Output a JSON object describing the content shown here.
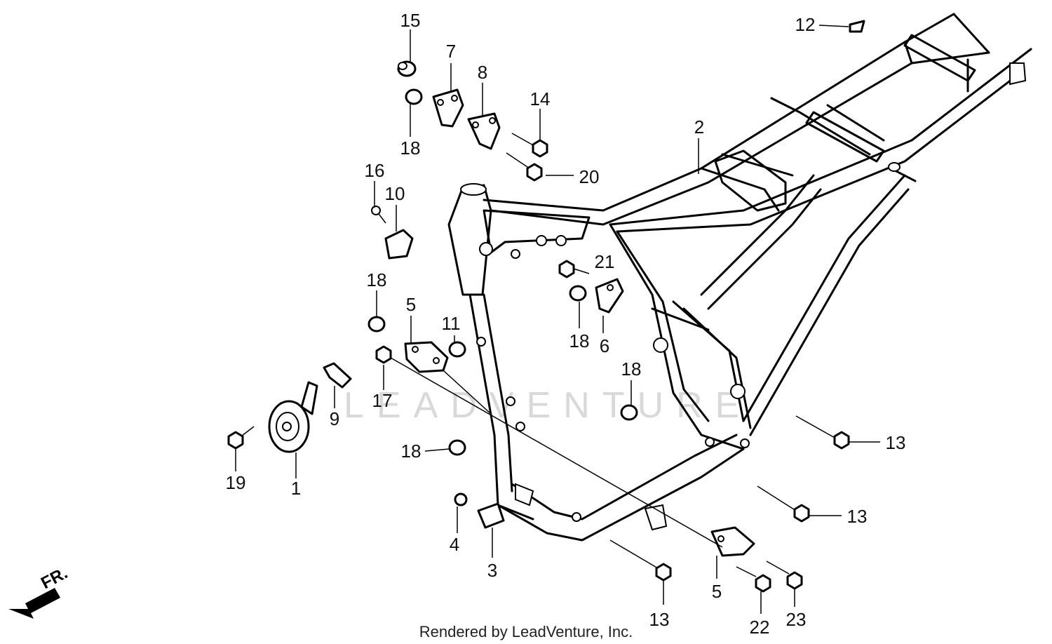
{
  "callouts": {
    "c1": "1",
    "c2": "2",
    "c3": "3",
    "c4": "4",
    "c5a": "5",
    "c5b": "5",
    "c6": "6",
    "c7": "7",
    "c8": "8",
    "c9": "9",
    "c10": "10",
    "c11": "11",
    "c12": "12",
    "c13a": "13",
    "c13b": "13",
    "c13c": "13",
    "c14": "14",
    "c15": "15",
    "c16": "16",
    "c17": "17",
    "c18a": "18",
    "c18b": "18",
    "c18c": "18",
    "c18d": "18",
    "c18e": "18",
    "c19": "19",
    "c20": "20",
    "c21": "21",
    "c22": "22",
    "c23": "23"
  },
  "direction_label": "FR.",
  "watermark": "LEADVENTURE",
  "footer": "Rendered by LeadVenture, Inc."
}
